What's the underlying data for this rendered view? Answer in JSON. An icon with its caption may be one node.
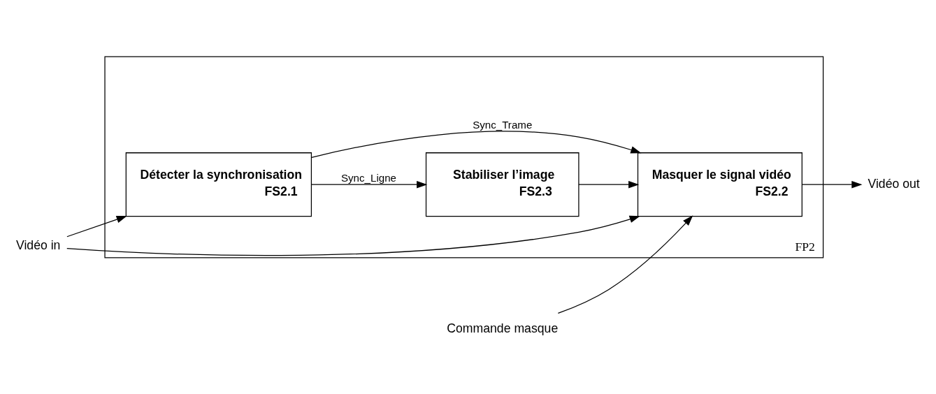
{
  "diagram": {
    "nodes": [
      {
        "text": [
          "FP2"
        ]
      },
      {
        "text": [
          "Détecter la synchronisation",
          "FS2.1"
        ],
        "in": 0
      },
      {
        "text": [
          "Stabiliser l’image",
          "FS2.3"
        ],
        "in": 0
      },
      {
        "text": [
          "Masquer le signal vidéo",
          "FS2.2"
        ],
        "in": 0
      },
      {
        "text": [
          "Vidéo in"
        ]
      },
      {
        "text": [
          "Commande masque"
        ]
      },
      {
        "text": [
          "Vidéo out"
        ]
      }
    ],
    "edges": [
      {
        "from": 1,
        "to": 2,
        "arrow": "to",
        "label": "Sync_Ligne"
      },
      {
        "from": 1,
        "to": 3,
        "arrow": "to",
        "label": "Sync_Trame"
      },
      {
        "from": 2,
        "to": 3,
        "arrow": "to"
      },
      {
        "from": 4,
        "to": 1,
        "arrow": "to"
      },
      {
        "from": 4,
        "to": 3,
        "arrow": "to"
      },
      {
        "from": 5,
        "to": 3,
        "arrow": "to"
      },
      {
        "from": 3,
        "to": 6,
        "arrow": "to"
      }
    ]
  }
}
